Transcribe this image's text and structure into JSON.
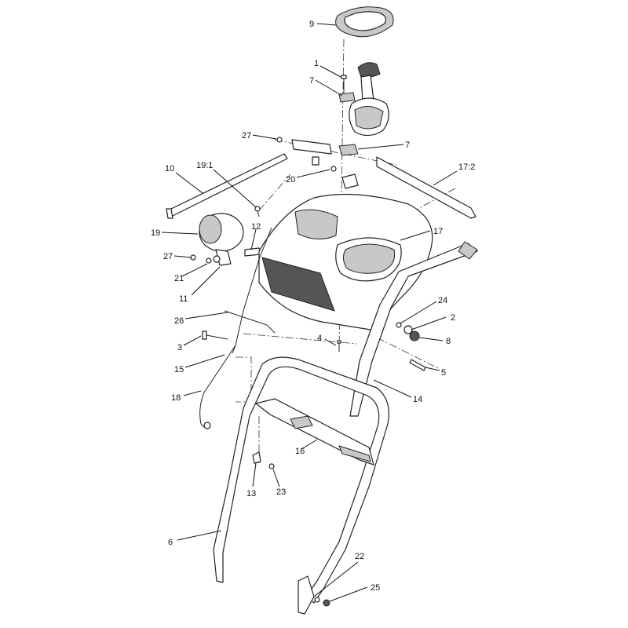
{
  "callouts": {
    "c9": "9",
    "c1": "1",
    "c7a": "7",
    "c7b": "7",
    "c27a": "27",
    "c10": "10",
    "c19_1": "19:1",
    "c20": "20",
    "c17_2": "17:2",
    "c19": "19",
    "c12": "12",
    "c17": "17",
    "c27b": "27",
    "c21": "21",
    "c11": "11",
    "c26": "26",
    "c24": "24",
    "c2": "2",
    "c8": "8",
    "c3": "3",
    "c4": "4",
    "c15": "15",
    "c5": "5",
    "c18": "18",
    "c14": "14",
    "c16": "16",
    "c13": "13",
    "c23": "23",
    "c6": "6",
    "c22": "22",
    "c25": "25"
  }
}
